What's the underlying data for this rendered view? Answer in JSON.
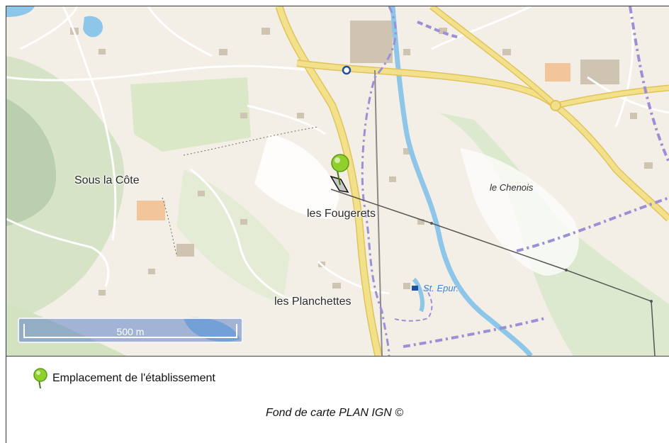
{
  "map": {
    "labels": {
      "sous_la_cote": "Sous la Côte",
      "les_fougerets": "les Fougerets",
      "les_planchettes": "les Planchettes",
      "le_chenois": "le Chenois",
      "st_epur": "St. Epur."
    },
    "scale": "500 m",
    "marker_color": "#8fd12a"
  },
  "legend": {
    "marker_label": "Emplacement de l'établissement"
  },
  "source": "Fond de carte PLAN IGN ©",
  "colors": {
    "road_main": "#f2e08a",
    "road_casing": "#e0c35a",
    "water": "#8ec6ea",
    "forest": "#d7e6c4",
    "boundary": "#9b8fd6",
    "powerline": "#555555"
  }
}
